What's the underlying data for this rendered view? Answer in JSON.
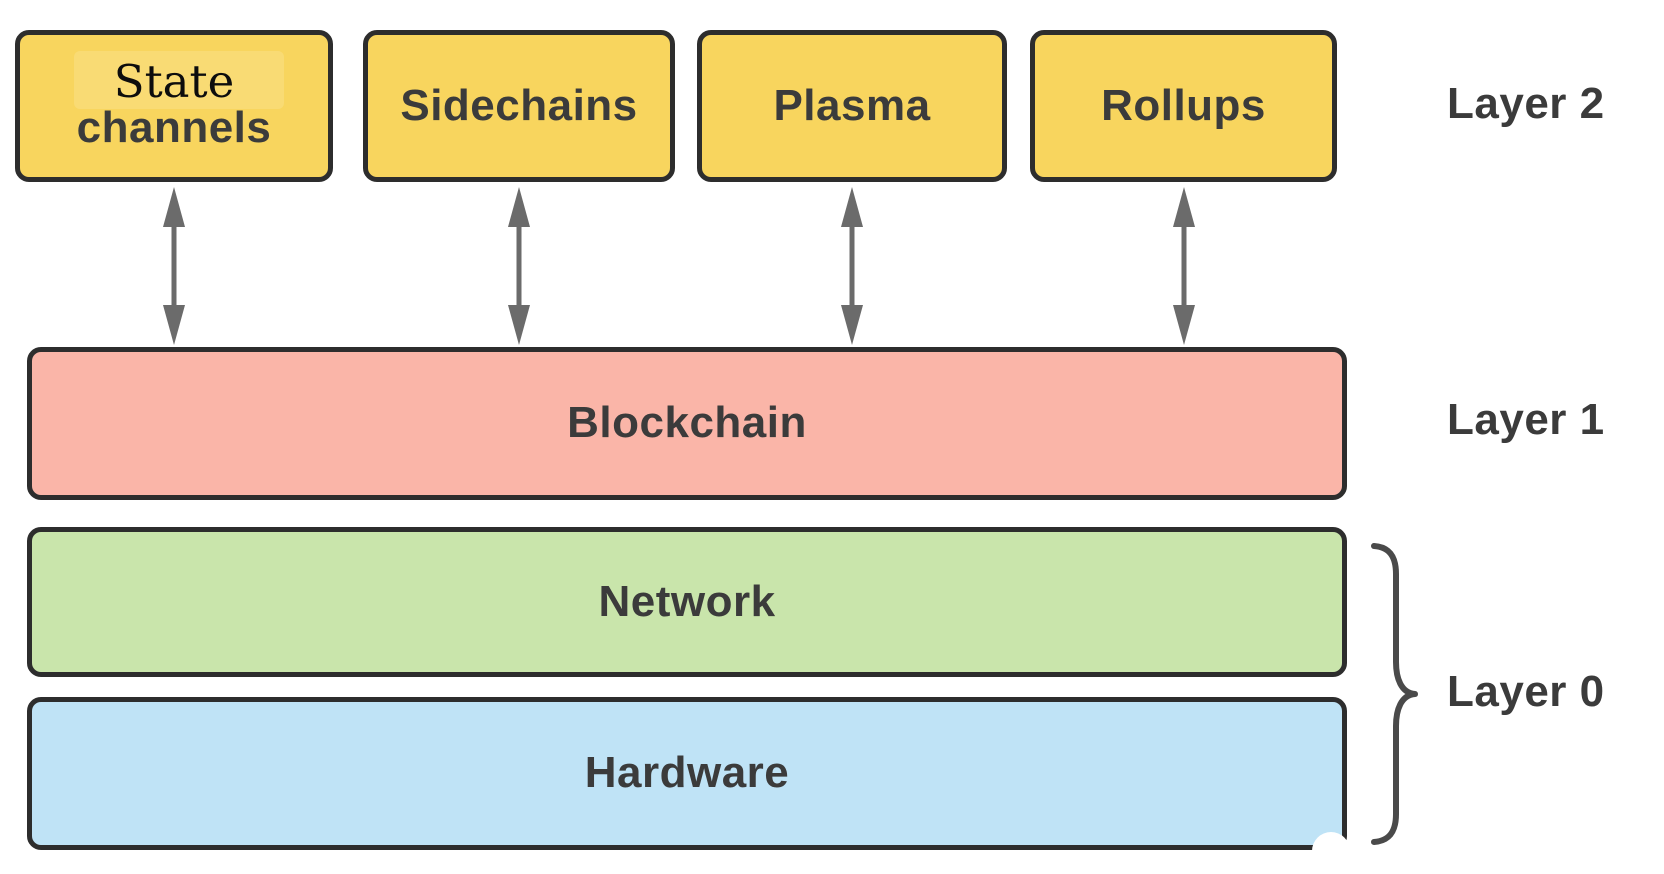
{
  "layer2": {
    "label": "Layer 2",
    "box1_line1": "State",
    "box1_line2": "channels",
    "box2": "Sidechains",
    "box3": "Plasma",
    "box4": "Rollups"
  },
  "layer1": {
    "label": "Layer 1",
    "box": "Blockchain"
  },
  "layer0": {
    "label": "Layer 0",
    "box_network": "Network",
    "box_hardware": "Hardware"
  },
  "icons": {
    "arrow": "bidirectional-vertical-arrow",
    "brace": "right-curly-brace"
  },
  "colors": {
    "layer2_box_fill": "#F8D55E",
    "layer1_box_fill": "#FAB5A8",
    "network_box_fill": "#C9E5AB",
    "hardware_box_fill": "#BFE3F6",
    "box_border": "#2D2D2D",
    "box_text": "#3B3B3B",
    "state_text": "#0D0D0D",
    "arrow": "#6B6B6B",
    "brace": "#4A4A4A",
    "background": "#FFFFFF"
  }
}
